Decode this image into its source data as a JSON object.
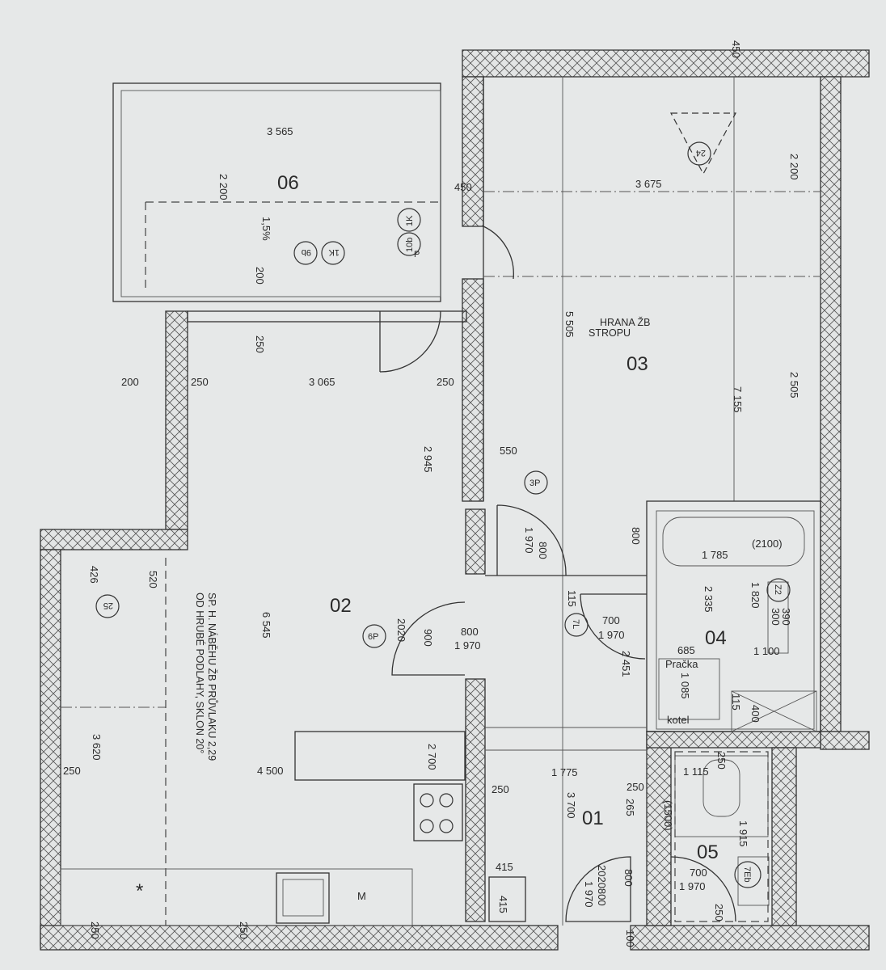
{
  "rooms": {
    "r06": "06",
    "r03": "03",
    "r02": "02",
    "r04": "04",
    "r01": "01",
    "r05": "05"
  },
  "notes": {
    "hrana_1": "HRANA ŽB",
    "hrana_2": "STROPU",
    "beam_1": "SP. H. NÁBĚHU ŽB PRŮVLAKU 2,29",
    "beam_2": "OD HRUBÉ PODLAHY, SKLON 20°",
    "slope": "1,5%",
    "pracka": "Pračka",
    "kotel": "kotel",
    "bath": "(2100)",
    "shower": "(1500)",
    "star": "*",
    "m": "M"
  },
  "symbols": {
    "s24": "24",
    "s1K_a": "1K",
    "s10b": "10b",
    "sP": "P",
    "s1K_b": "1K",
    "s9b": "9b",
    "s3P": "3P",
    "s25": "25",
    "s6P": "6P",
    "s7L": "7L",
    "sZ2": "Z2",
    "s7Eb": "7Eb"
  },
  "dimensions": {
    "d3565": "3 565",
    "d450a": "450",
    "d3675": "3 675",
    "d450b": "450",
    "d2200a": "2 200",
    "d2200b": "2 200",
    "d200a": "200",
    "d250a": "250",
    "d200b": "200",
    "d250b": "250",
    "d3065": "3 065",
    "d250c": "250",
    "d5505": "5 505",
    "d7155": "7 155",
    "d2505": "2 505",
    "d2945": "2 945",
    "d550": "550",
    "d800a": "800",
    "d1970a": "1 970",
    "d800b": "800",
    "d1785": "1 785",
    "d2335": "2 335",
    "d1820": "1 820",
    "d390": "390",
    "d300": "300",
    "d1100": "1 100",
    "d685": "685",
    "d1085": "1 085",
    "d115a": "115",
    "d400": "400",
    "d426": "426",
    "d520": "520",
    "d6545": "6 545",
    "d2020": "2020",
    "d900": "900",
    "d800c": "800",
    "d1970b": "1 970",
    "d115b": "115",
    "d700a": "700",
    "d1970c": "1 970",
    "d2451": "2 451",
    "d3620": "3 620",
    "d250d": "250",
    "d4500": "4 500",
    "d2700": "2 700",
    "d1775": "1 775",
    "d250e": "250",
    "d250f": "250",
    "d265": "265",
    "d3700": "3 700",
    "d1115": "1 115",
    "d250g": "250",
    "d1915": "1 915",
    "d700b": "700",
    "d1970d": "1 970",
    "d415a": "415",
    "d415b": "415",
    "d2020800": "2020800",
    "d1970e": "1 970",
    "d800d": "800",
    "d100": "100",
    "d250h": "250",
    "d250i": "250",
    "d250j": "250"
  }
}
